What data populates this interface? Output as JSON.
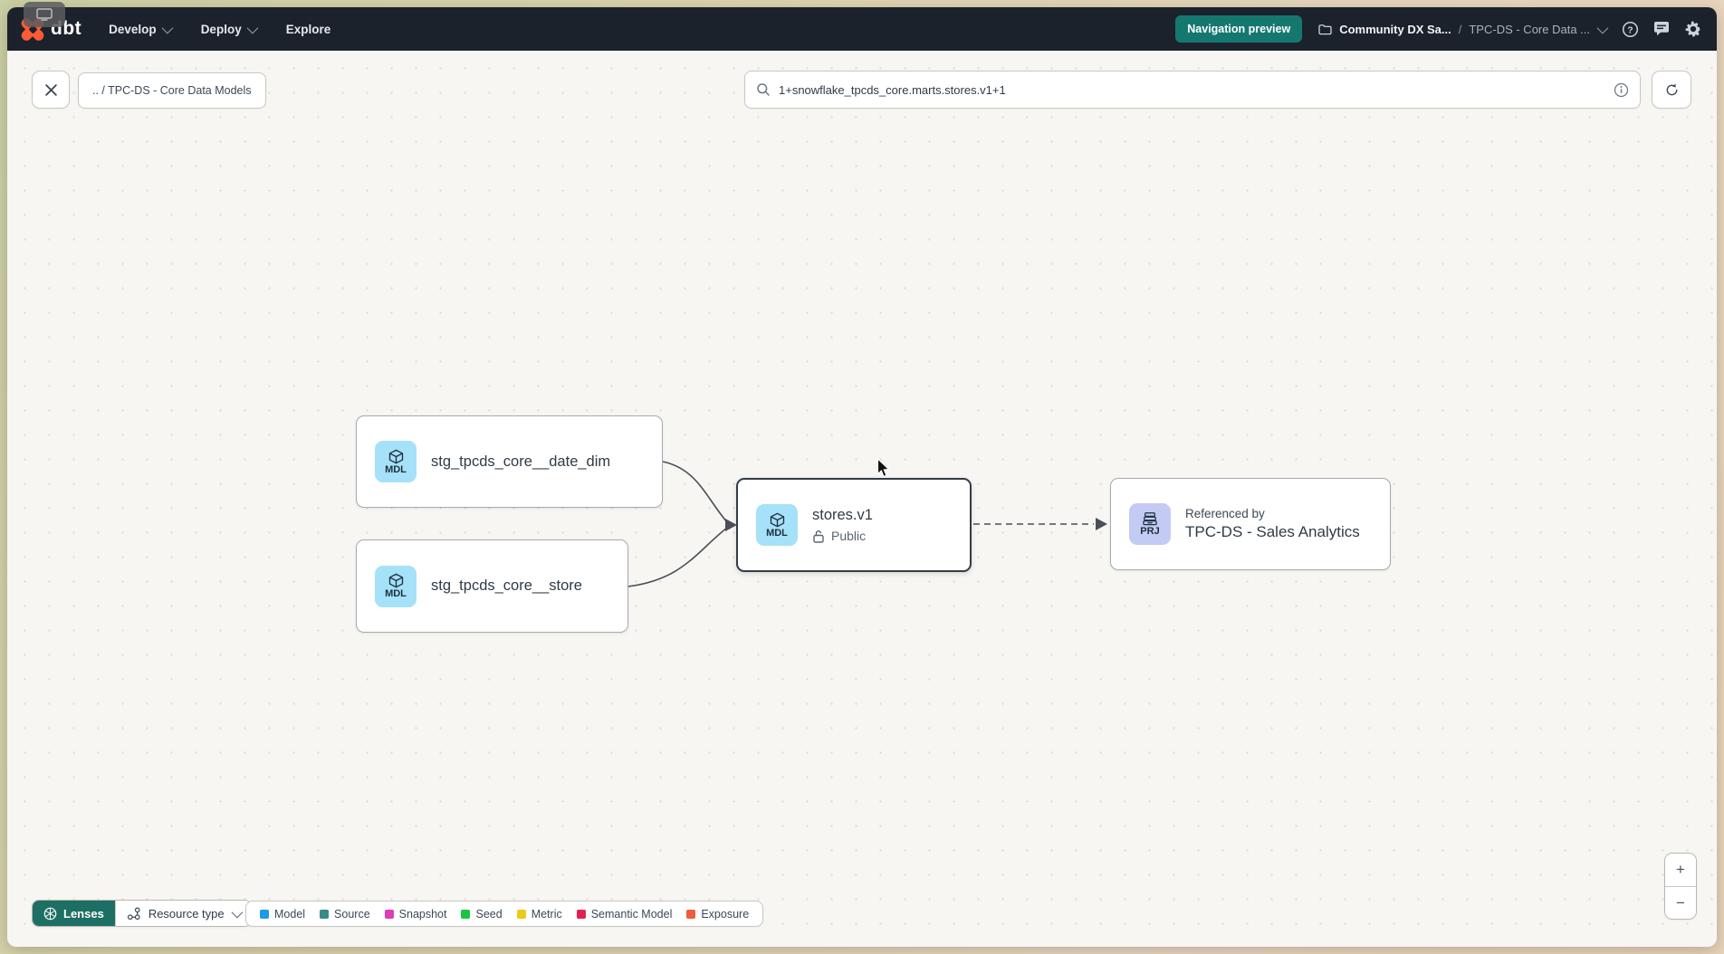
{
  "navbar": {
    "logo_text": "dbt",
    "menu": [
      {
        "label": "Develop"
      },
      {
        "label": "Deploy"
      },
      {
        "label": "Explore"
      }
    ],
    "preview_badge": "Navigation preview",
    "breadcrumb": {
      "project": "Community DX Sa...",
      "separator": "/",
      "section": "TPC-DS - Core Data ..."
    }
  },
  "toolbar": {
    "breadcrumb_chip": ".. / TPC-DS - Core Data Models",
    "search": {
      "value": "1+snowflake_tpcds_core.marts.stores.v1+1"
    }
  },
  "graph": {
    "nodes": {
      "date_dim": {
        "badge": "MDL",
        "label": "stg_tpcds_core__date_dim"
      },
      "store": {
        "badge": "MDL",
        "label": "stg_tpcds_core__store"
      },
      "stores_v1": {
        "badge": "MDL",
        "label": "stores.v1",
        "access": "Public"
      },
      "sales_analytics": {
        "badge": "PRJ",
        "label": "Referenced by",
        "name": "TPC-DS - Sales Analytics"
      }
    }
  },
  "footer": {
    "lenses_label": "Lenses",
    "resource_type_label": "Resource type",
    "legend": [
      {
        "label": "Model",
        "color": "#1e9be5"
      },
      {
        "label": "Source",
        "color": "#38898a"
      },
      {
        "label": "Snapshot",
        "color": "#db3eb8"
      },
      {
        "label": "Seed",
        "color": "#19c641"
      },
      {
        "label": "Metric",
        "color": "#edc918"
      },
      {
        "label": "Semantic Model",
        "color": "#e0234e"
      },
      {
        "label": "Exposure",
        "color": "#ee5c41"
      }
    ]
  },
  "zoom_controls": {
    "zoom_in": "+",
    "zoom_out": "−"
  },
  "colors": {
    "accent_teal": "#15786f",
    "logo_orange": "#fc5b35",
    "mdl_badge": "#a5e1f8",
    "prj_badge": "#c3cbf4"
  }
}
